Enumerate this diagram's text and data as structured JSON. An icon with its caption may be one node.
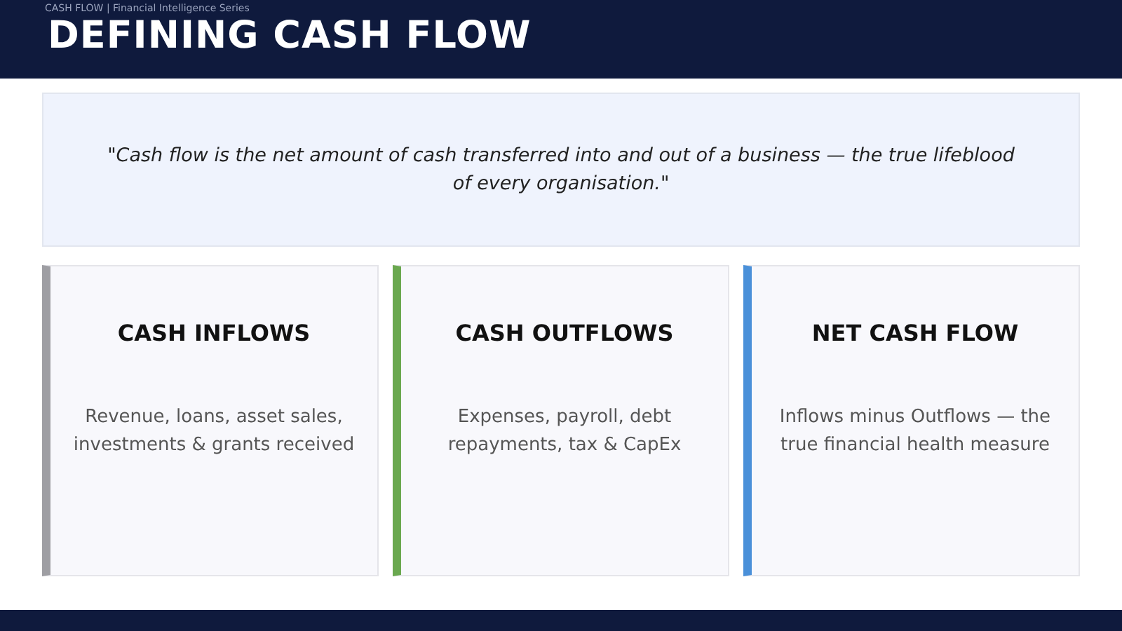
{
  "diagram": {
    "title": "DEFINING CASH FLOW",
    "nodes": [
      {
        "text": [
          "\"Cash flow is the net amount of cash transferred into and out of a business — the true lifeblood of every organisation.\""
        ]
      },
      {
        "text": [
          "CASH INFLOWS",
          "Revenue, loans, asset sales, investments & grants received"
        ]
      },
      {
        "text": [
          "CASH OUTFLOWS",
          "Expenses, payroll, debt repayments, tax & CapEx"
        ]
      },
      {
        "text": [
          "NET CASH FLOW",
          "Inflows minus Outflows — the true financial health measure"
        ]
      }
    ],
    "labels": [
      "CASH FLOW | Financial Intelligence Series"
    ]
  }
}
